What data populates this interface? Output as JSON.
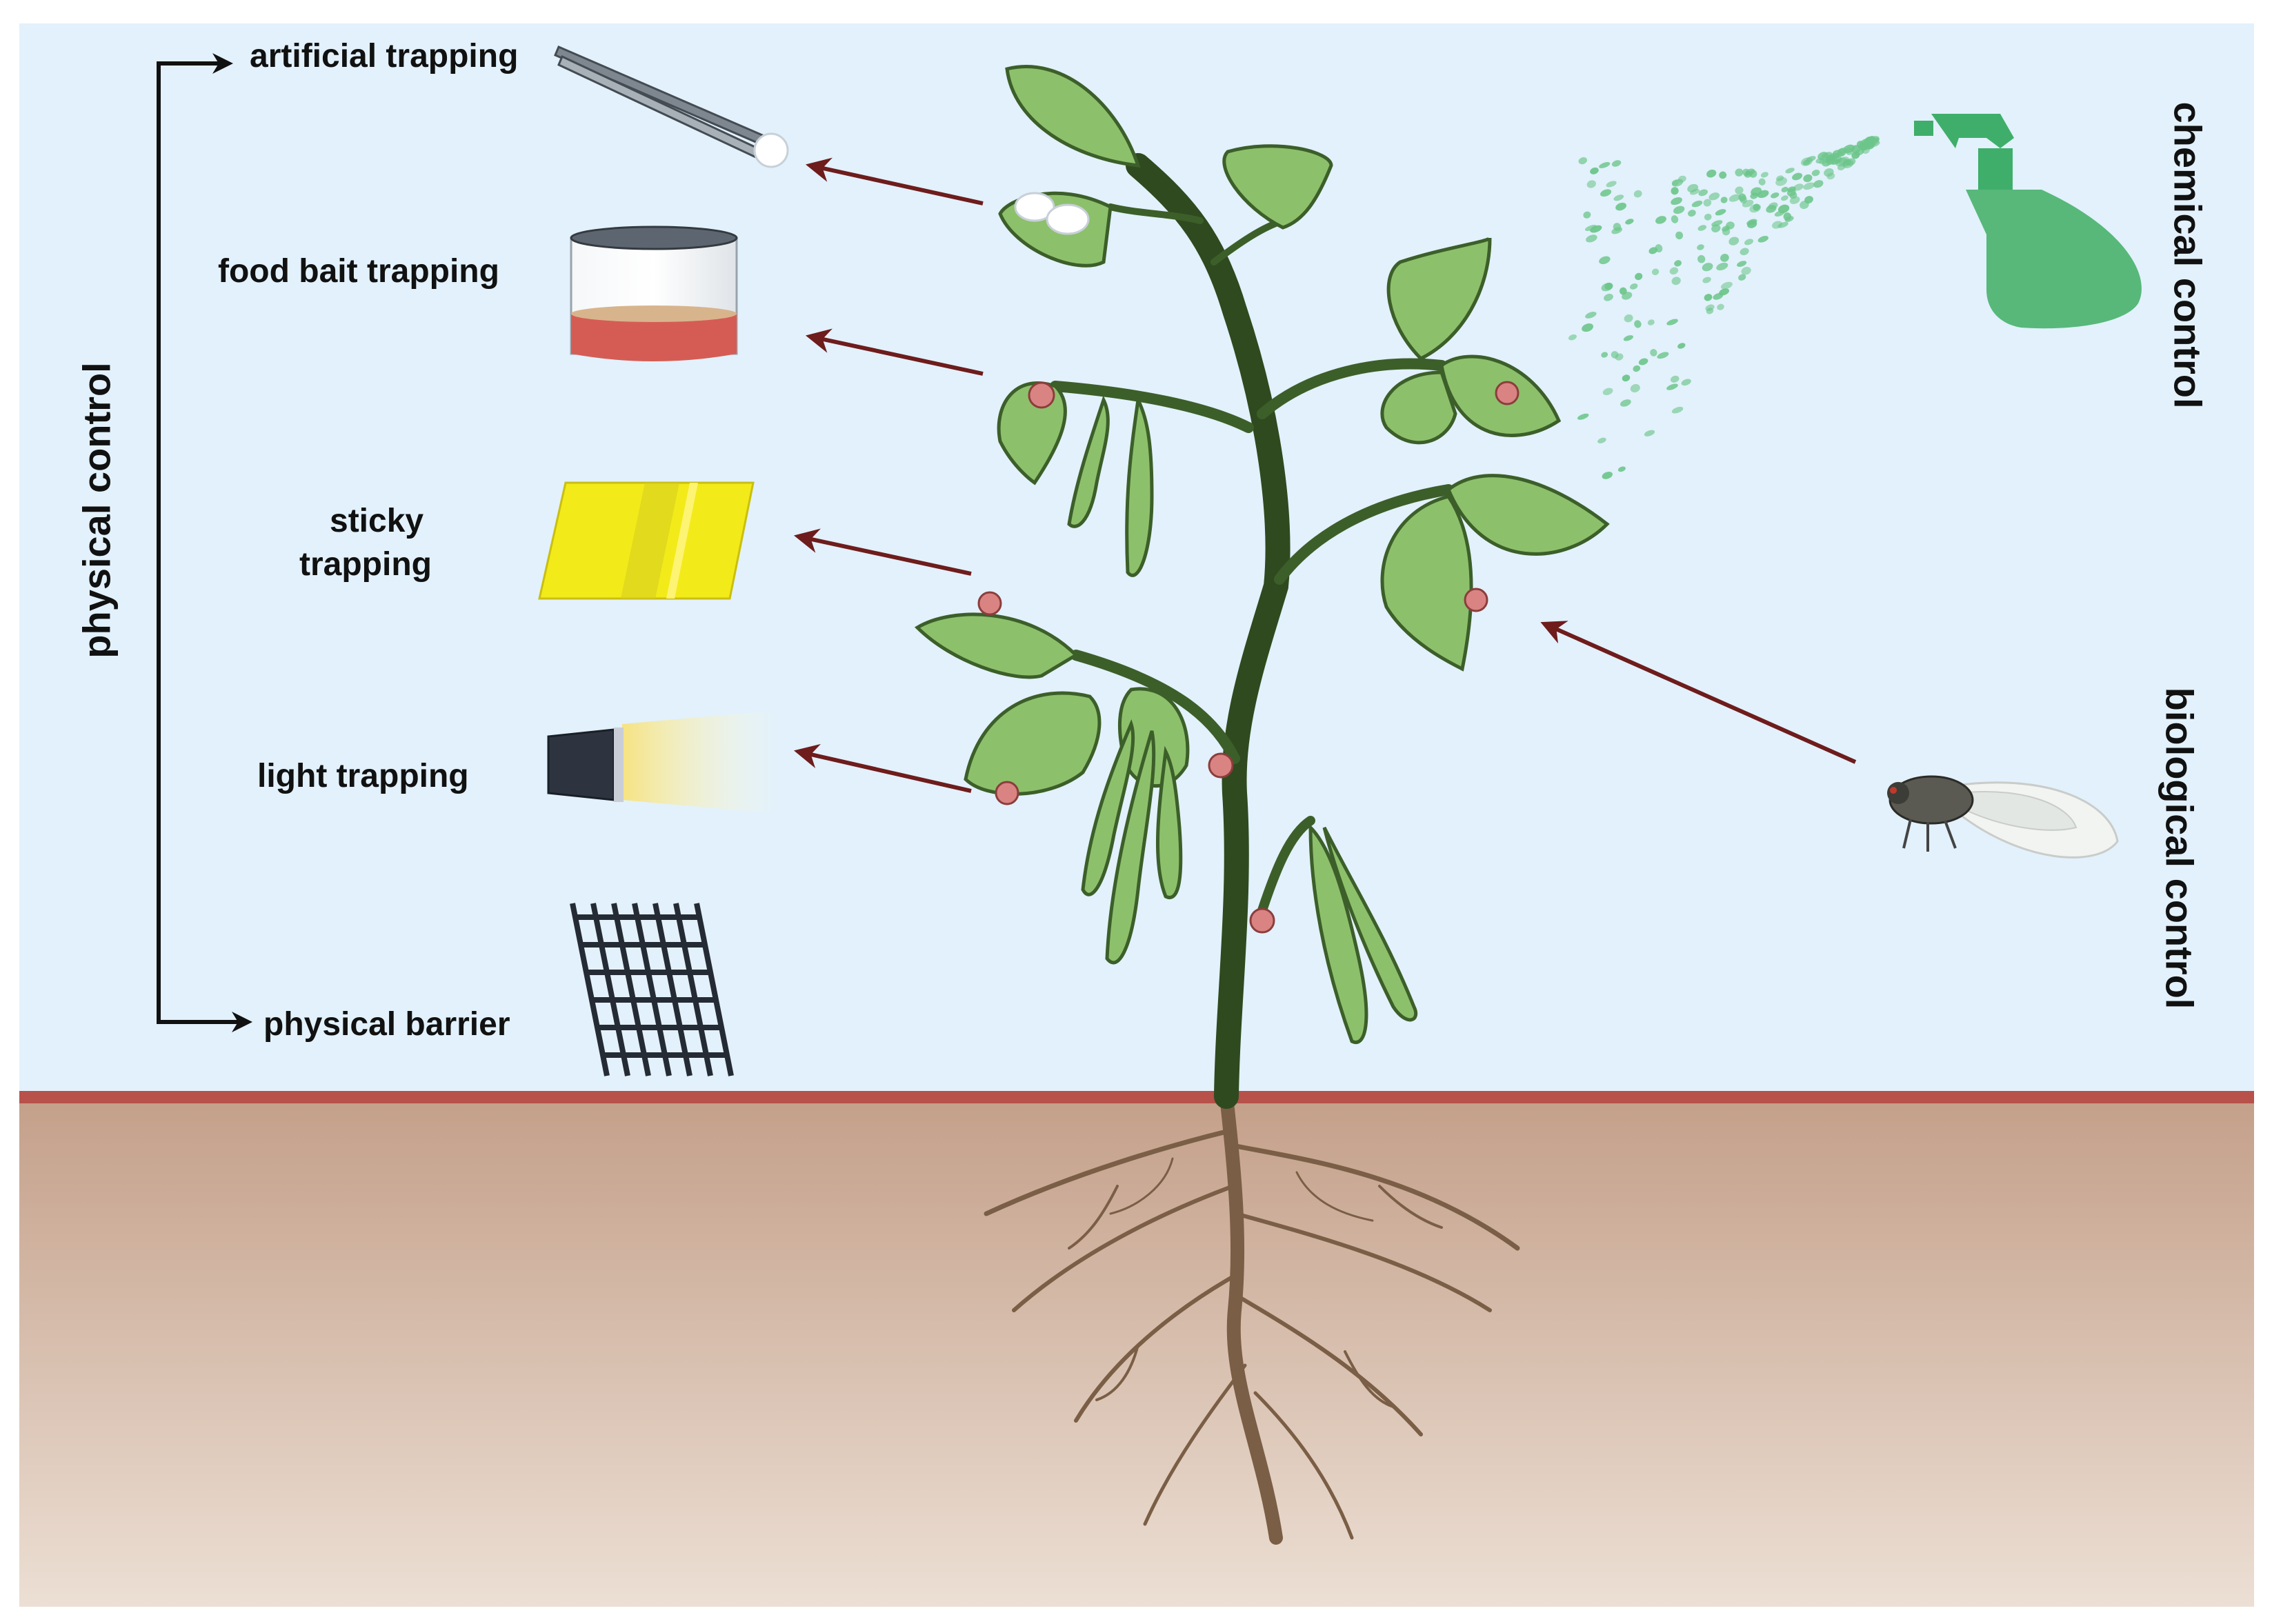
{
  "labels": {
    "physical_control": "physical control",
    "chemical_control": "chemical control",
    "biological_control": "biological control",
    "artificial_trapping": "artificial trapping",
    "food_bait_trapping": "food bait trapping",
    "sticky_line1": "sticky",
    "sticky_line2": "trapping",
    "light_trapping": "light trapping",
    "physical_barrier": "physical barrier"
  },
  "icons": {
    "tweezers": "tweezers-cotton-icon",
    "bait_jar": "food-bait-jar-icon",
    "sticky_card": "yellow-sticky-card-icon",
    "flashlight": "flashlight-icon",
    "net": "mesh-net-icon",
    "spray": "spray-bottle-icon",
    "insect": "predator-insect-icon",
    "plant": "bean-plant-icon",
    "pest": "mite-pest-icon"
  },
  "colors": {
    "sky": "#e2f1fb",
    "soil_top": "#c4a08a",
    "soil_bottom": "#ecdfd4",
    "soil_line": "#b7514a",
    "arrow": "#6e1c1c",
    "leaf": "#8dc06b",
    "stem": "#2f4a1f",
    "spray": "#57b87a",
    "sticky": "#f3ea1a"
  }
}
